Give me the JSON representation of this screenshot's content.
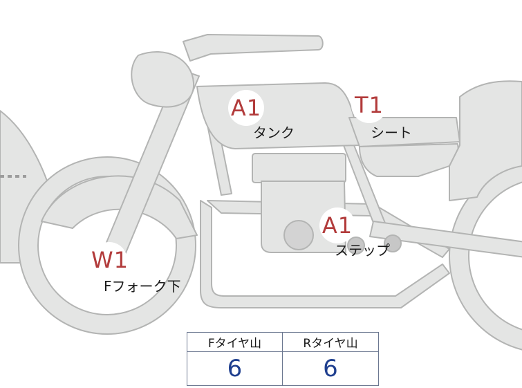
{
  "markers": [
    {
      "id": "tank",
      "code": "A1",
      "label": "タンク"
    },
    {
      "id": "seat",
      "code": "T1",
      "label": "シート"
    },
    {
      "id": "step",
      "code": "A1",
      "label": "ステップ"
    },
    {
      "id": "ffork",
      "code": "W1",
      "label": "Fフォーク下"
    }
  ],
  "tread_table": {
    "front_header": "Fタイヤ山",
    "rear_header": "Rタイヤ山",
    "front_value": "6",
    "rear_value": "6"
  },
  "colors": {
    "body_fill": "#e4e5e4",
    "outline": "#b3b4b3",
    "badge_text": "#b23b3b",
    "table_border": "#6b7790",
    "table_value": "#1f3f8f"
  }
}
